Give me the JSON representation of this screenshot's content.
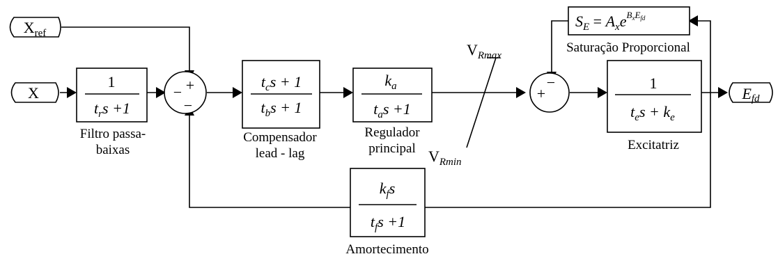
{
  "inputs": {
    "xref": {
      "main": "X",
      "sub": "ref"
    },
    "x": "X"
  },
  "output": {
    "main": "E",
    "sub": "fd"
  },
  "blocks": {
    "filtro": {
      "num": "1",
      "den_pre": "t",
      "den_sub": "r",
      "den_post": "s +1",
      "label_lines": [
        "Filtro passa-",
        "baixas"
      ]
    },
    "compensador": {
      "num_pre": "t",
      "num_sub": "c",
      "num_post": "s + 1",
      "den_pre": "t",
      "den_sub": "b",
      "den_post": "s + 1",
      "label_lines": [
        "Compensador",
        "lead - lag"
      ]
    },
    "regulador": {
      "num_pre": "k",
      "num_sub": "a",
      "den_pre": "t",
      "den_sub": "a",
      "den_post": "s +1",
      "label_lines": [
        "Regulador",
        "principal"
      ]
    },
    "excitatriz": {
      "num": "1",
      "den_pre": "t",
      "den_sub": "e",
      "den_mid": "s + k",
      "den_sub2": "e",
      "label": "Excitatriz"
    },
    "saturacao": {
      "lhs_main": "S",
      "lhs_sub": "E",
      "eq": " = ",
      "rhs_main": "A",
      "rhs_sub": "x",
      "rhs_base": "e",
      "exp_main": "B",
      "exp_sub": "x",
      "exp_main2": "E",
      "exp_sub2": "fd",
      "label": "Saturação Proporcional"
    },
    "amortecimento": {
      "num_pre": "k",
      "num_sub": "f",
      "num_post": "s",
      "den_pre": "t",
      "den_sub": "f",
      "den_post": "s +1",
      "label": "Amortecimento"
    }
  },
  "limits": {
    "vrmax": {
      "main": "V",
      "sub": "Rmax"
    },
    "vrmin": {
      "main": "V",
      "sub": "Rmin"
    }
  },
  "summing": {
    "sum1": {
      "top": "+",
      "left": "−",
      "bottom": "−"
    },
    "sum2": {
      "top": "−",
      "left": "+"
    }
  }
}
